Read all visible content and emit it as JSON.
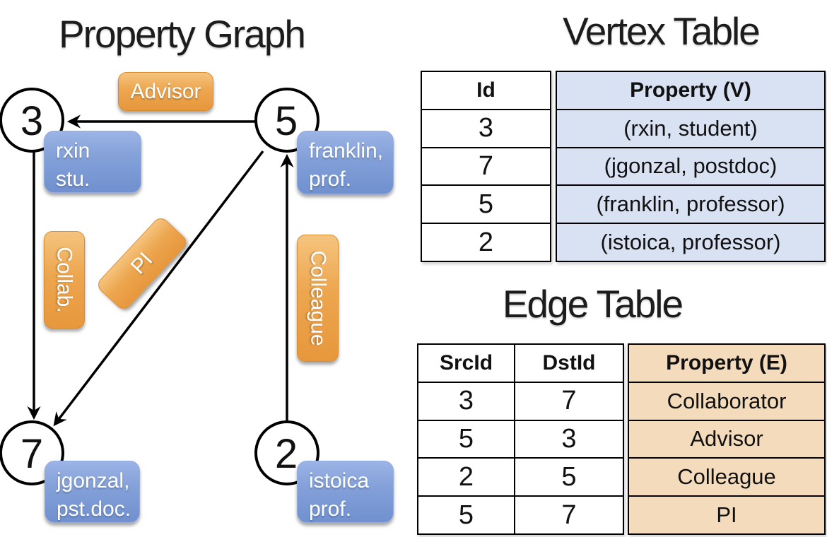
{
  "graph": {
    "title": "Property Graph",
    "nodes": [
      {
        "id": "3",
        "label_line1": "rxin",
        "label_line2": "stu."
      },
      {
        "id": "5",
        "label_line1": "franklin,",
        "label_line2": "prof."
      },
      {
        "id": "7",
        "label_line1": "jgonzal,",
        "label_line2": "pst.doc."
      },
      {
        "id": "2",
        "label_line1": "istoica",
        "label_line2": "prof."
      }
    ],
    "edges": [
      {
        "src": "5",
        "dst": "3",
        "label": "Advisor"
      },
      {
        "src": "3",
        "dst": "7",
        "label": "Collab."
      },
      {
        "src": "5",
        "dst": "7",
        "label": "PI"
      },
      {
        "src": "2",
        "dst": "5",
        "label": "Colleague"
      }
    ]
  },
  "vertex_table": {
    "title": "Vertex Table",
    "columns": {
      "id": "Id",
      "property": "Property (V)"
    },
    "rows": [
      {
        "id": "3",
        "property": "(rxin, student)"
      },
      {
        "id": "7",
        "property": "(jgonzal, postdoc)"
      },
      {
        "id": "5",
        "property": "(franklin, professor)"
      },
      {
        "id": "2",
        "property": "(istoica, professor)"
      }
    ]
  },
  "edge_table": {
    "title": "Edge Table",
    "columns": {
      "src": "SrcId",
      "dst": "DstId",
      "property": "Property (E)"
    },
    "rows": [
      {
        "src": "3",
        "dst": "7",
        "property": "Collaborator"
      },
      {
        "src": "5",
        "dst": "3",
        "property": "Advisor"
      },
      {
        "src": "2",
        "dst": "5",
        "property": "Colleague"
      },
      {
        "src": "5",
        "dst": "7",
        "property": "PI"
      }
    ]
  },
  "colors": {
    "edge_label_orange": "#eda64f",
    "vertex_label_blue": "#84a1d9",
    "vertex_table_fill": "#d9e2f3",
    "edge_table_fill": "#f3dbbc",
    "line_black": "#000000"
  }
}
